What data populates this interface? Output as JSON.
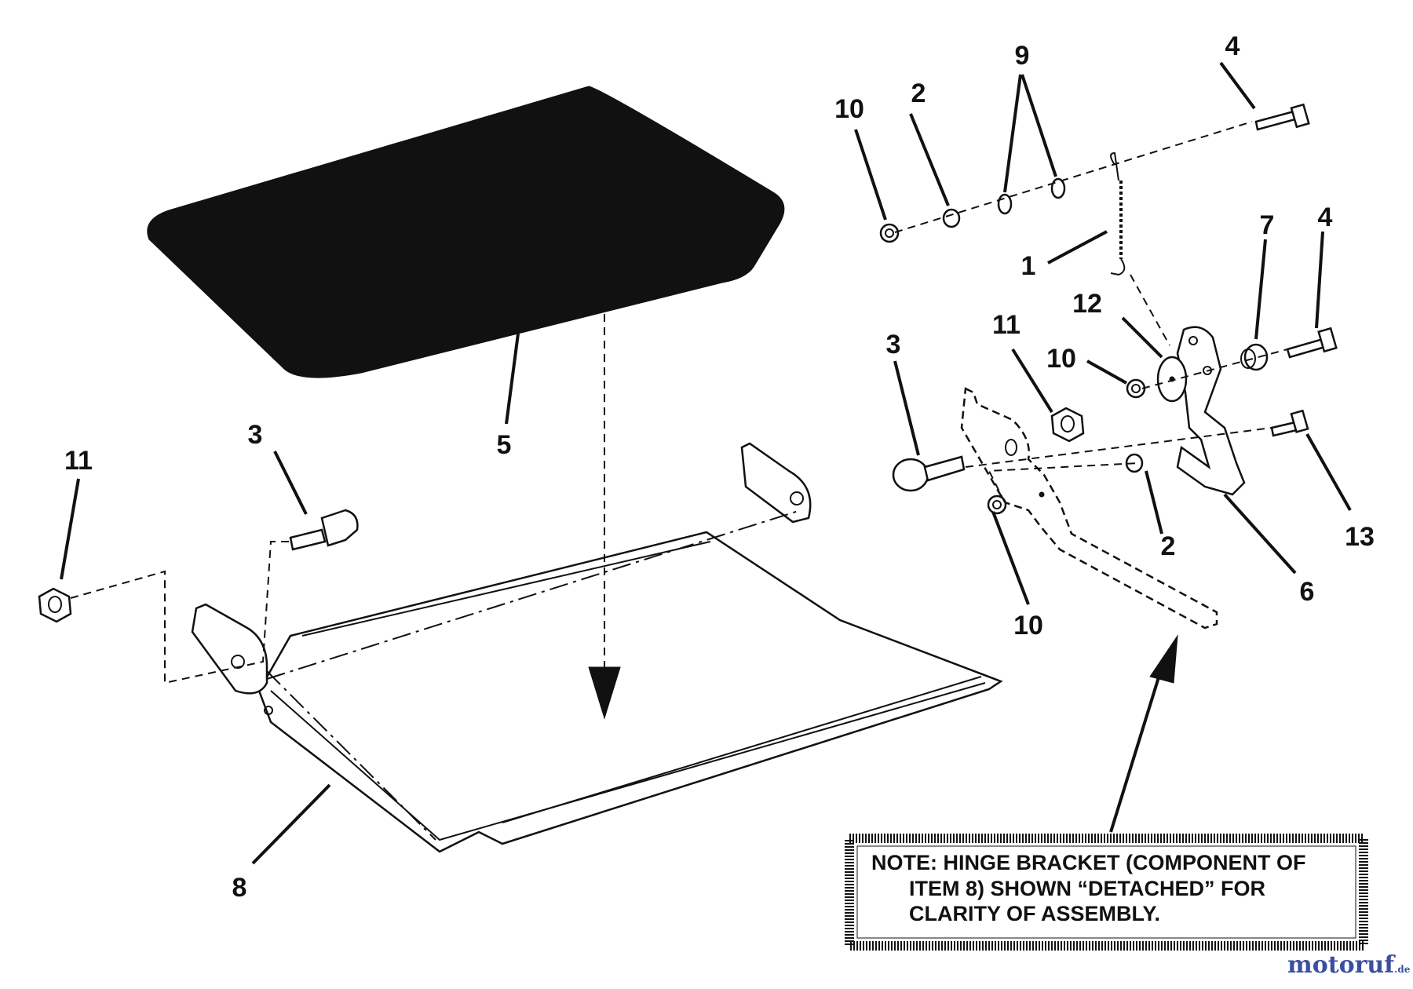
{
  "diagram": {
    "callouts": {
      "c1": "1",
      "c2a": "2",
      "c2b": "2",
      "c3a": "3",
      "c3b": "3",
      "c4a": "4",
      "c4b": "4",
      "c5": "5",
      "c6": "6",
      "c7": "7",
      "c8": "8",
      "c9": "9",
      "c10a": "10",
      "c10b": "10",
      "c10c": "10",
      "c11a": "11",
      "c11b": "11",
      "c12": "12",
      "c13": "13"
    },
    "note": {
      "line1": "NOTE: HINGE BRACKET (COMPONENT OF",
      "line2": "ITEM 8) SHOWN “DETACHED” FOR",
      "line3": "CLARITY OF ASSEMBLY."
    }
  },
  "watermark": {
    "text": "motoruf",
    "suffix": ".de",
    "color": "#3a4fa0"
  }
}
